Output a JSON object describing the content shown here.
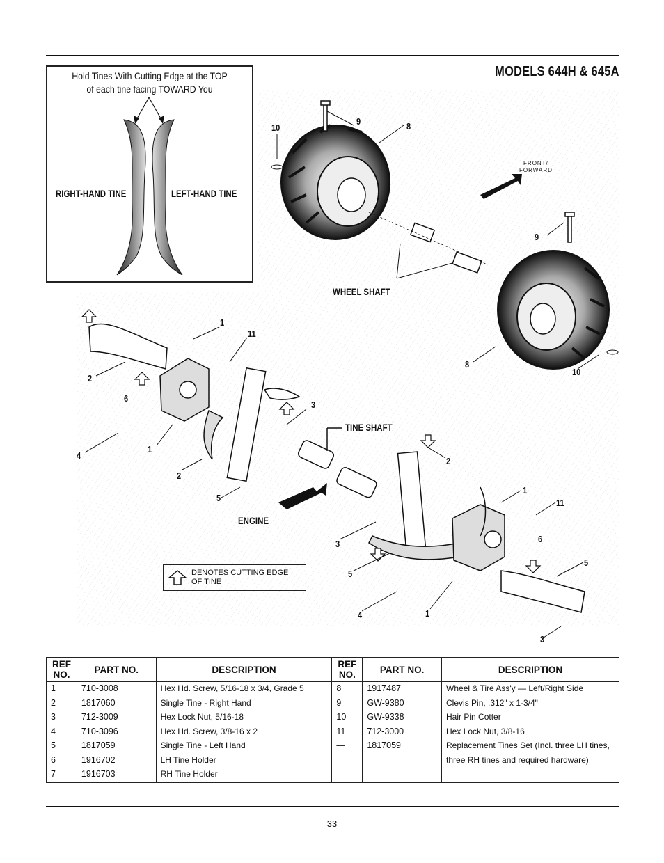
{
  "title": "MODELS 644H & 645A",
  "inset": {
    "instruction_line1": "Hold Tines With Cutting Edge at the TOP",
    "instruction_line2": "of each tine facing TOWARD You",
    "right_label": "RIGHT-HAND TINE",
    "left_label": "LEFT-HAND TINE"
  },
  "labels": {
    "wheel_shaft": "WHEEL SHAFT",
    "tine_shaft": "TINE SHAFT",
    "engine": "ENGINE",
    "front_line1": "FRONT/",
    "front_line2": "FORWARD"
  },
  "callouts": [
    "10",
    "9",
    "8",
    "9",
    "8",
    "10",
    "1",
    "11",
    "2",
    "6",
    "3",
    "4",
    "1",
    "2",
    "5",
    "2",
    "1",
    "11",
    "6",
    "3",
    "5",
    "5",
    "4",
    "1",
    "3"
  ],
  "legend": {
    "line1": "DENOTES CUTTING EDGE",
    "line2": "OF TINE"
  },
  "table": {
    "headers": [
      "REF NO.",
      "PART NO.",
      "DESCRIPTION",
      "REF NO.",
      "PART NO.",
      "DESCRIPTION"
    ],
    "rows": [
      [
        "1",
        "710-3008",
        "Hex Hd. Screw, 5/16-18 x 3/4, Grade 5",
        "8",
        "1917487",
        "Wheel & Tire Ass'y — Left/Right Side"
      ],
      [
        "2",
        "1817060",
        "Single Tine - Right Hand",
        "9",
        "GW-9380",
        "Clevis Pin, .312\" x 1-3/4\""
      ],
      [
        "3",
        "712-3009",
        "Hex Lock Nut, 5/16-18",
        "10",
        "GW-9338",
        "Hair Pin Cotter"
      ],
      [
        "4",
        "710-3096",
        "Hex Hd. Screw, 3/8-16 x 2",
        "11",
        "712-3000",
        "Hex Lock Nut, 3/8-16"
      ],
      [
        "5",
        "1817059",
        "Single Tine - Left Hand",
        "—",
        "1817059",
        "Replacement Tines Set (Incl. three LH tines,"
      ],
      [
        "6",
        "1916702",
        "LH Tine Holder",
        "",
        "",
        "three RH tines and required hardware)"
      ],
      [
        "7",
        "1916703",
        "RH Tine Holder",
        "",
        "",
        ""
      ]
    ]
  },
  "page_number": "33"
}
